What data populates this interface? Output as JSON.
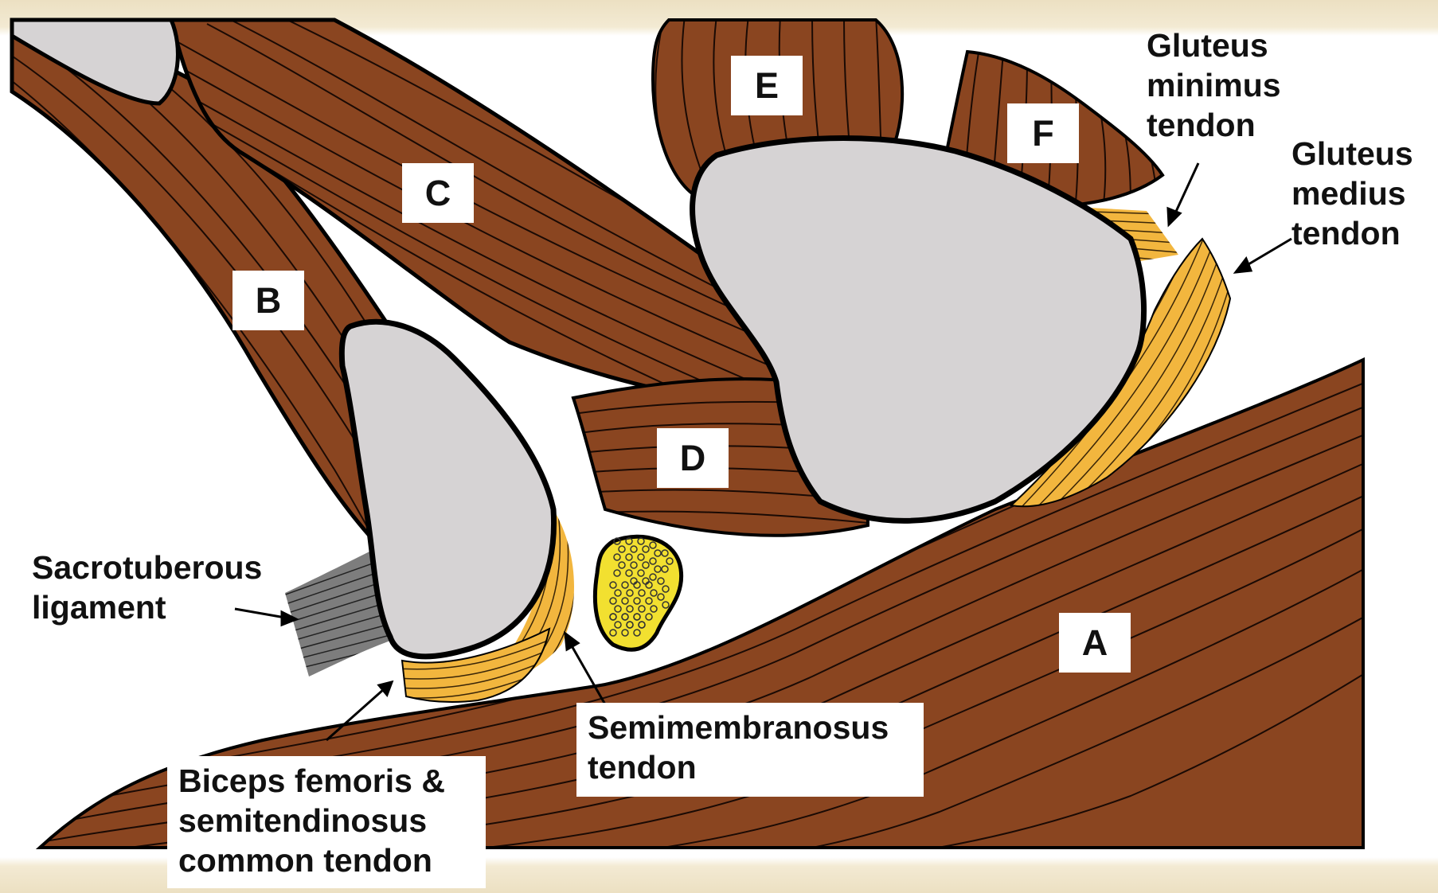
{
  "diagram": {
    "colors": {
      "muscle": "#8a4520",
      "fiber": "#1a0a04",
      "bone": "#d6d3d4",
      "tendon": "#f2b63e",
      "nerve": "#f2e030",
      "ligament": "#7d7d7d"
    },
    "muscle_letters": [
      "A",
      "B",
      "C",
      "D",
      "E",
      "F"
    ],
    "labels": {
      "gluteus_minimus": [
        "Gluteus",
        "minimus",
        "tendon"
      ],
      "gluteus_medius": [
        "Gluteus",
        "medius",
        "tendon"
      ],
      "sacrotuberous": [
        "Sacrotuberous",
        "ligament"
      ],
      "semimembranosus": [
        "Semimembranosus",
        "tendon"
      ],
      "biceps_semitendinosus": [
        "Biceps femoris &",
        "semitendinosus",
        "common tendon"
      ]
    }
  }
}
